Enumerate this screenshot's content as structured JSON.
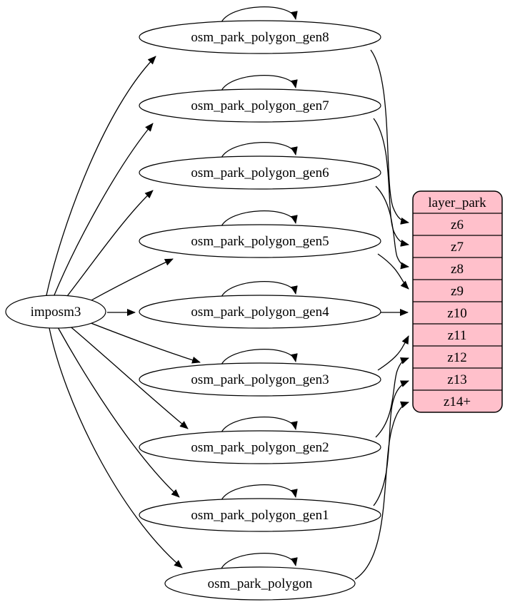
{
  "graph": {
    "source": {
      "label": "imposm3"
    },
    "tables": [
      {
        "label": "osm_park_polygon_gen8",
        "target_row": "z6"
      },
      {
        "label": "osm_park_polygon_gen7",
        "target_row": "z7"
      },
      {
        "label": "osm_park_polygon_gen6",
        "target_row": "z8"
      },
      {
        "label": "osm_park_polygon_gen5",
        "target_row": "z9"
      },
      {
        "label": "osm_park_polygon_gen4",
        "target_row": "z10"
      },
      {
        "label": "osm_park_polygon_gen3",
        "target_row": "z11"
      },
      {
        "label": "osm_park_polygon_gen2",
        "target_row": "z12"
      },
      {
        "label": "osm_park_polygon_gen1",
        "target_row": "z13"
      },
      {
        "label": "osm_park_polygon",
        "target_row": "z14+"
      }
    ],
    "layer_table": {
      "header": "layer_park",
      "rows": [
        "z6",
        "z7",
        "z8",
        "z9",
        "z10",
        "z11",
        "z12",
        "z13",
        "z14+"
      ]
    },
    "colors": {
      "layer_fill": "#ffc0cb",
      "node_fill": "#ffffff",
      "stroke": "#000000",
      "background": "#ffffff"
    }
  }
}
